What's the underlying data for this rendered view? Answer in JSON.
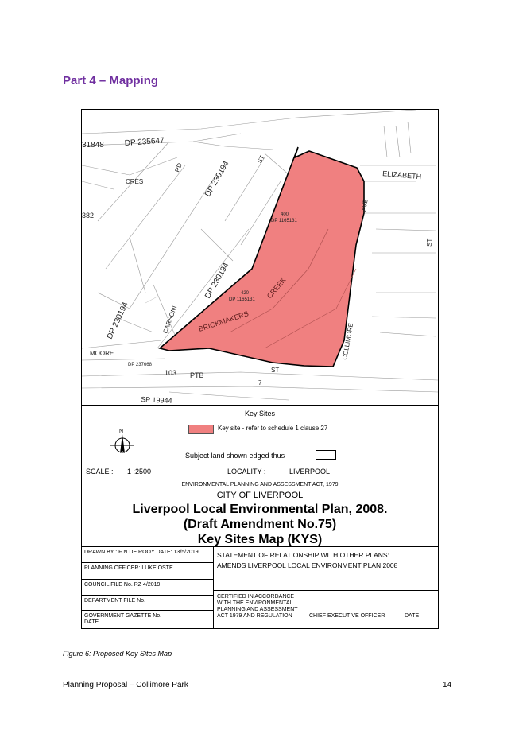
{
  "heading": "Part 4 – Mapping",
  "map": {
    "labels": {
      "dp235647": "DP 235647",
      "lot31848": "31848",
      "lot382": "382",
      "cres": "CRES",
      "rd": "RD",
      "dp230194_a": "DP 230194",
      "dp230194_b": "DP 230194",
      "dp230194_c": "DP 230194",
      "st1": "ST",
      "st2": "ST",
      "st3": "ST",
      "elizabeth": "ELIZABETH",
      "ave": "AVE",
      "creek": "CREEK",
      "brickmakers": "BRICKMAKERS",
      "carsoni": "CARSONI",
      "collimore": "COLLIMORE",
      "moore": "MOORE",
      "ptb": "PTB",
      "lot103": "103",
      "sp19944": "SP 19944",
      "dp237668": "DP 237668",
      "lot400": "400",
      "dp1165131a": "DP 1165131",
      "lot420": "420",
      "dp1165131b": "DP 1165131",
      "lot7": "7"
    }
  },
  "key": {
    "title": "Key Sites",
    "swatch_label": "Key site - refer to schedule 1 clause 27",
    "north_letter": "N",
    "subject_label": "Subject land shown edged thus",
    "scale_label": "SCALE :",
    "scale_value": "1 :2500",
    "locality_label": "LOCALITY :",
    "locality_value": "LIVERPOOL"
  },
  "title_block": {
    "act": "ENVIRONMENTAL PLANNING AND ASSESSMENT ACT, 1979",
    "city": "CITY OF LIVERPOOL",
    "plan": "Liverpool Local Environmental Plan, 2008.",
    "amendment": "(Draft Amendment No.75)",
    "map_name": "Key Sites Map (KYS)"
  },
  "details": {
    "drawn_by": "DRAWN BY :  F N DE ROOY    DATE:  13/5/2019",
    "planning_officer": "PLANNING OFFICER:    LUKE OSTE",
    "council_file": "COUNCIL FILE No.    RZ 4/2019",
    "department_file": "DEPARTMENT FILE No.",
    "gazette_line1": "GOVERNMENT GAZETTE No.",
    "gazette_line2": "DATE",
    "statement_line1": "STATEMENT OF RELATIONSHIP WITH OTHER PLANS:",
    "statement_line2": "AMENDS LIVERPOOL LOCAL ENVIRONMENT PLAN 2008",
    "certified_line1": "CERTIFIED IN ACCORDANCE",
    "certified_line2": "WITH THE ENVIRONMENTAL",
    "certified_line3": "PLANNING AND ASSESSMENT",
    "certified_line4": "ACT 1979 AND REGULATION",
    "ceo": "CHIEF EXECUTIVE OFFICER",
    "date": "DATE"
  },
  "caption": "Figure 6: Proposed Key Sites Map",
  "footer": {
    "left": "Planning Proposal – Collimore Park",
    "page": "14"
  },
  "colors": {
    "heading": "#7030a0",
    "key_site_fill": "#f08080"
  }
}
